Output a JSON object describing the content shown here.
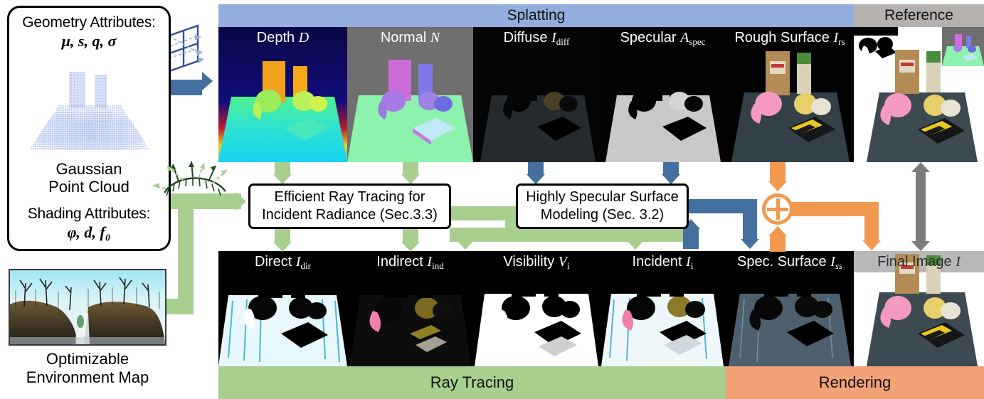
{
  "left_panel": {
    "geometry_title": "Geometry Attributes:",
    "geometry_symbols": "μ, s, q, σ",
    "pointcloud_caption": "Gaussian\nPoint Cloud",
    "pointcloud_caption_line1": "Gaussian",
    "pointcloud_caption_line2": "Point Cloud",
    "shading_title": "Shading Attributes:",
    "shading_symbols": "φ, d, f₀",
    "env_caption_line1": "Optimizable",
    "env_caption_line2": "Environment Map"
  },
  "headers": {
    "splatting": "Splatting",
    "reference": "Reference"
  },
  "footers": {
    "ray_tracing": "Ray Tracing",
    "rendering": "Rendering"
  },
  "boxes": {
    "ray_tracing_box_line1": "Efficient Ray Tracing for",
    "ray_tracing_box_line2": "Incident Radiance (Sec.3.3)",
    "specular_box_line1": "Highly Specular Surface",
    "specular_box_line2": "Modeling (Sec. 3.2)"
  },
  "top_row": [
    {
      "name": "depth",
      "label_main": "Depth",
      "label_sym": "D",
      "label_sub": ""
    },
    {
      "name": "normal",
      "label_main": "Normal",
      "label_sym": "N",
      "label_sub": ""
    },
    {
      "name": "diffuse",
      "label_main": "Diffuse",
      "label_sym": "I",
      "label_sub": "diff"
    },
    {
      "name": "specular",
      "label_main": "Specular",
      "label_sym": "A",
      "label_sub": "spec"
    },
    {
      "name": "rough-surface",
      "label_main": "Rough Surface",
      "label_sym": "I",
      "label_sub": "rs"
    },
    {
      "name": "reference",
      "label_main": "",
      "label_sym": "",
      "label_sub": ""
    }
  ],
  "bottom_row": [
    {
      "name": "direct",
      "label_main": "Direct",
      "label_sym": "I",
      "label_sub": "dir"
    },
    {
      "name": "indirect",
      "label_main": "Indirect",
      "label_sym": "I",
      "label_sub": "ind"
    },
    {
      "name": "visibility",
      "label_main": "Visibility",
      "label_sym": "V",
      "label_sub": "i"
    },
    {
      "name": "incident",
      "label_main": "Incident",
      "label_sym": "I",
      "label_sub": "i"
    },
    {
      "name": "spec-surface",
      "label_main": "Spec. Surface",
      "label_sym": "I",
      "label_sub": "ss"
    },
    {
      "name": "final-image",
      "label_main": "Final Image",
      "label_sym": "I",
      "label_sub": ""
    }
  ],
  "colors": {
    "splatting_header": "#93aede",
    "reference_header": "#b5b1ae",
    "ray_tracing_bar": "#a9cf8f",
    "rendering_bar": "#f2994f",
    "blue_arrow": "#43709f",
    "green_arrow": "#a9cf8f",
    "orange_arrow": "#f2994f",
    "gray_arrow": "#7c7c7c"
  },
  "icons": {
    "splat_plane": "splat-plane-icon",
    "surface_scatter": "surface-scatter-icon",
    "sum": "plus-circle-icon"
  }
}
